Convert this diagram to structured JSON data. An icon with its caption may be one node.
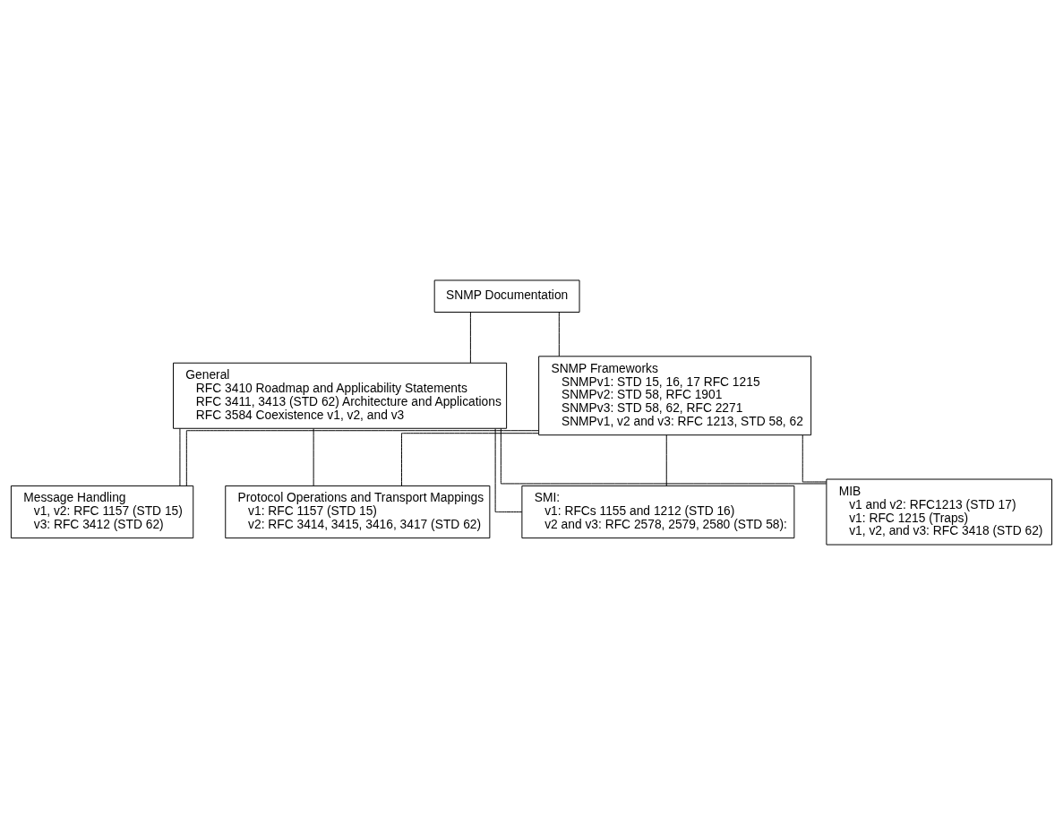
{
  "diagram": {
    "nodes": [
      {
        "text": [
          "SNMP Documentation"
        ]
      },
      {
        "text": [
          "General",
          "RFC 3410 Roadmap and Applicability Statements",
          "RFC 3411, 3413 (STD 62) Architecture and Applications",
          "RFC 3584 Coexistence v1, v2, and v3"
        ]
      },
      {
        "text": [
          "SNMP Frameworks",
          "SNMPv1: STD 15, 16, 17 RFC 1215",
          "SNMPv2: STD 58, RFC 1901",
          "SNMPv3: STD 58, 62, RFC 2271",
          "SNMPv1, v2 and v3: RFC 1213, STD 58, 62"
        ]
      },
      {
        "text": [
          "SMI:",
          "v1: RFCs 1155 and 1212 (STD 16)",
          "v2 and v3: RFC 2578, 2579, 2580 (STD 58):"
        ]
      },
      {
        "text": [
          "MIB",
          "v1 and v2: RFC1213 (STD 17)",
          "v1: RFC 1215 (Traps)",
          "v1, v2, and v3: RFC 3418 (STD 62)"
        ]
      },
      {
        "text": [
          "Message Handling",
          "v1, v2: RFC 1157 (STD 15)",
          "v3: RFC 3412 (STD 62)"
        ]
      },
      {
        "text": [
          "Protocol Operations and Transport Mappings",
          "v1: RFC 1157 (STD 15)",
          "v2: RFC 3414, 3415, 3416, 3417 (STD 62)"
        ]
      }
    ],
    "edges": [
      {
        "from": 0,
        "to": 1,
        "arrow": "none"
      },
      {
        "from": 0,
        "to": 2,
        "arrow": "none"
      },
      {
        "from": 1,
        "to": 3,
        "arrow": "none"
      },
      {
        "from": 1,
        "to": 4,
        "arrow": "none"
      },
      {
        "from": 1,
        "to": 5,
        "arrow": "none"
      },
      {
        "from": 1,
        "to": 6,
        "arrow": "none"
      },
      {
        "from": 2,
        "to": 3,
        "arrow": "none"
      },
      {
        "from": 2,
        "to": 4,
        "arrow": "none"
      },
      {
        "from": 2,
        "to": 5,
        "arrow": "none"
      },
      {
        "from": 2,
        "to": 6,
        "arrow": "none"
      }
    ]
  }
}
